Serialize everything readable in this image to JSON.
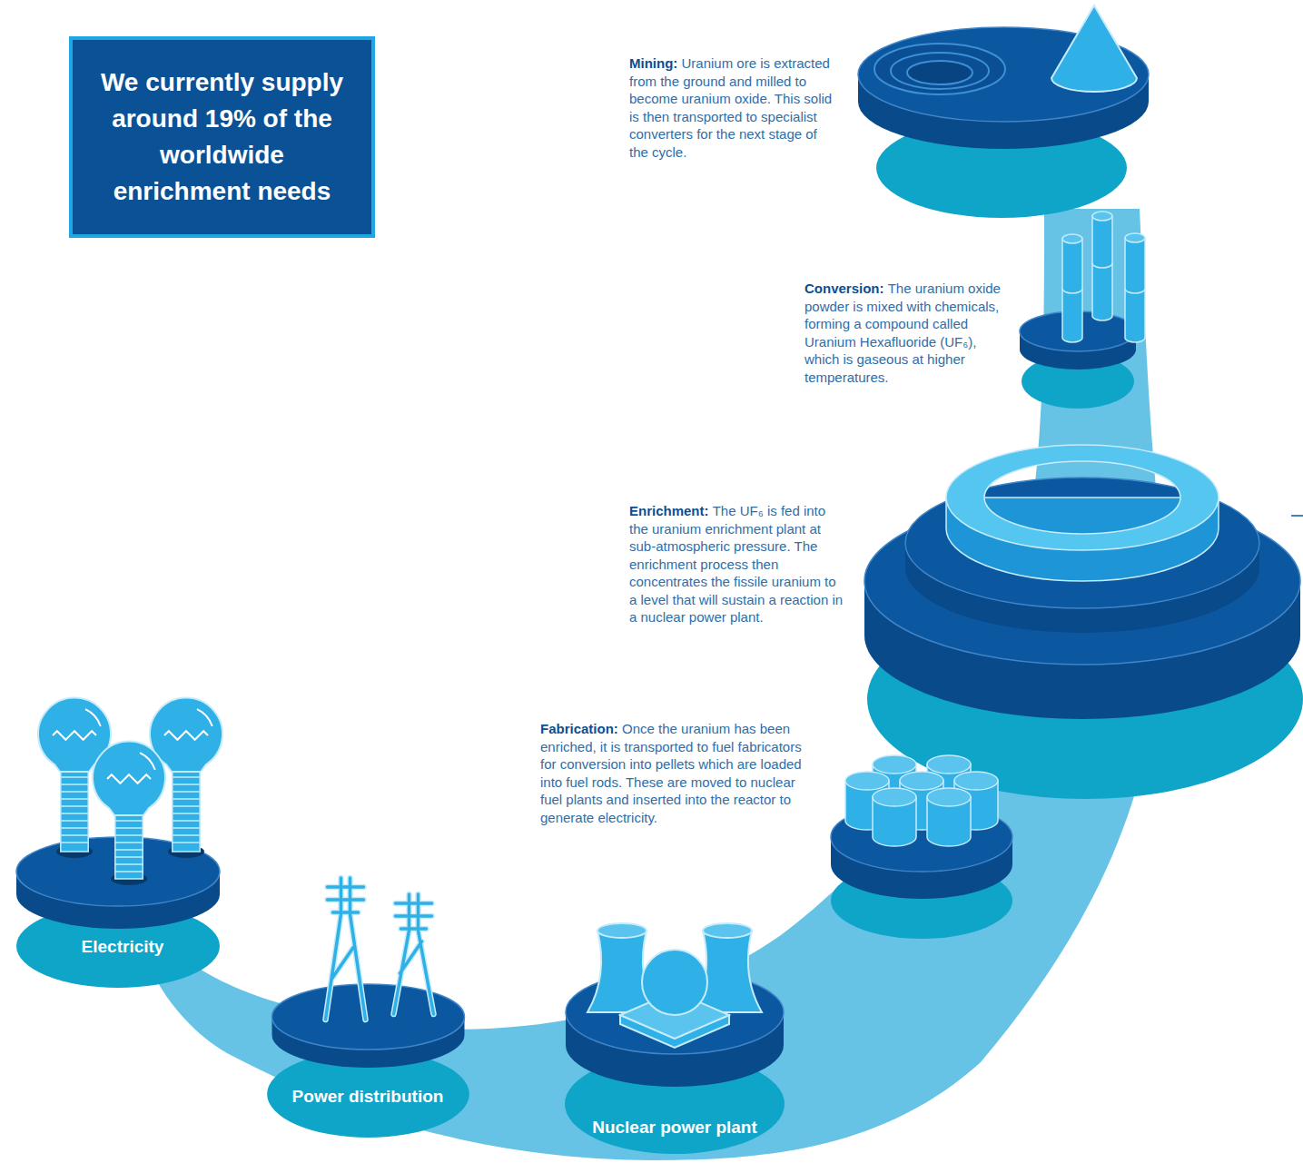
{
  "diagram": {
    "nodes": [
      {
        "text": [
          "We currently supply around 19% of the worldwide enrichment needs"
        ]
      },
      {
        "text": [
          "Mining:",
          "Uranium ore is extracted from the ground and milled to become uranium oxide. This solid is then transported to specialist converters for the next stage of the cycle."
        ]
      },
      {
        "text": [
          "Conversion:",
          "The uranium oxide powder is mixed with chemicals, forming a compound called Uranium Hexafluoride (UF₆), which is gaseous at higher temperatures."
        ]
      },
      {
        "text": [
          "Enrichment:",
          "The UF₆ is fed into the uranium enrichment plant at sub-atmospheric pressure. The enrichment process then concentrates the fissile uranium to a level that will sustain a reaction in a nuclear power plant."
        ]
      },
      {
        "text": [
          "Fabrication:",
          "Once the uranium has been enriched, it is transported to fuel fabricators for conversion into pellets which are loaded into fuel rods. These are moved to nuclear fuel plants and inserted into the reactor to generate electricity."
        ]
      },
      {
        "text": [
          "Nuclear power plant"
        ]
      },
      {
        "text": [
          "Power distribution"
        ]
      },
      {
        "text": [
          "Electricity"
        ]
      }
    ]
  }
}
